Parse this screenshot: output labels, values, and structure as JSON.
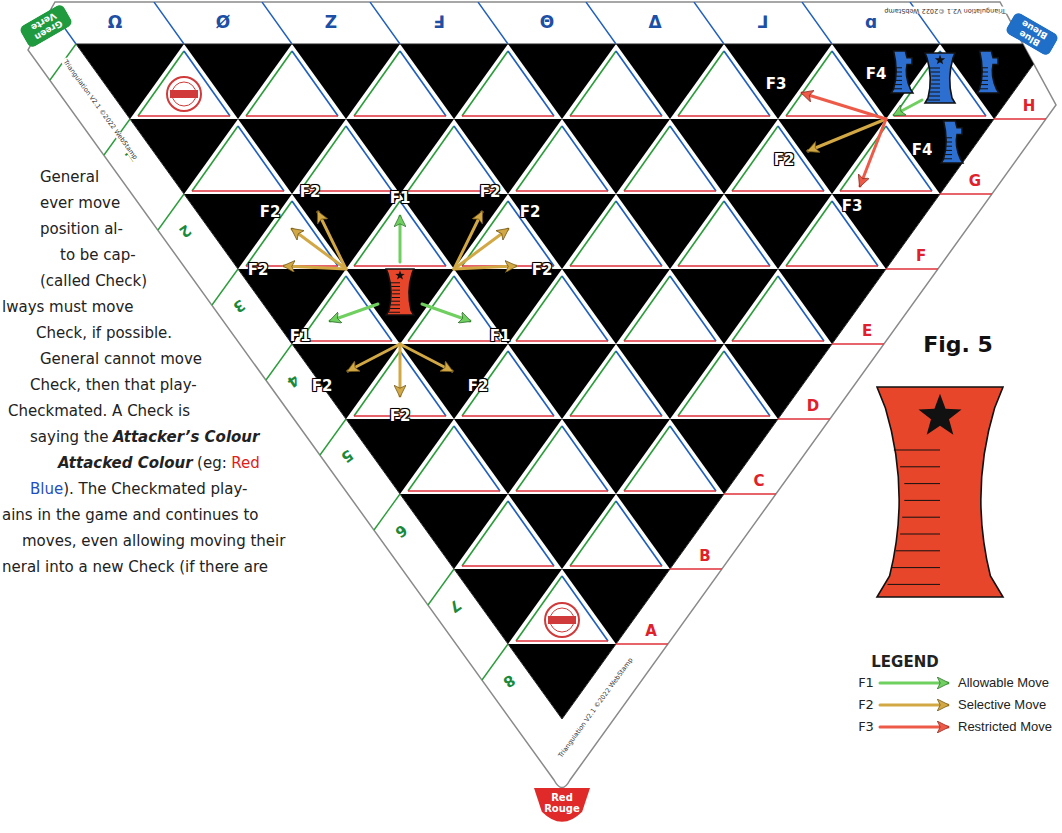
{
  "diagram": {
    "nodes": [
      {
        "text": [
          "Green",
          "Verte"
        ]
      },
      {
        "text": [
          "Blue",
          "Bleue"
        ]
      },
      {
        "text": [
          "Red",
          "Rouge"
        ]
      }
    ],
    "labels": [
      "General",
      "ever move",
      "position al-",
      "to be cap-",
      "(called Check)",
      "lways must move",
      "Check, if possible.",
      "General cannot move",
      "Check, then that play-",
      "Checkmated. A Check is",
      "saying the",
      "Attacker’s Colour",
      "Attacked Colour",
      "(eg:",
      "Red",
      "Blue",
      "). The Checkmated play-",
      "ains in the game and continues to",
      "moves, even allowing moving their",
      "neral into a new Check (if there are",
      "Ω",
      "Ø",
      "Z",
      "Ⅎ",
      "Θ",
      "Δ",
      "⅃",
      "ɑ",
      "1",
      "2",
      "3",
      "4",
      "5",
      "6",
      "7",
      "8",
      "H",
      "G",
      "F",
      "E",
      "D",
      "C",
      "B",
      "A",
      "Triangulation V2.1 ©2022 WebStamp",
      "Triangulation V2.1 ©2022 WebStamp",
      "Triangulation V2.1 ©2022 WebStamp",
      "F2",
      "F1",
      "F2",
      "F2",
      "F2",
      "F2",
      "F2",
      "F1",
      "F1",
      "F2",
      "F2",
      "F2",
      "F3",
      "F4",
      "F2",
      "F4",
      "F3",
      "Fig. 5",
      "LEGEND",
      "F1",
      "F2",
      "F3"
    ],
    "legend": [
      {
        "text": "Allowable Move"
      },
      {
        "text": "Selective Move"
      },
      {
        "text": "Restricted Move"
      }
    ]
  }
}
